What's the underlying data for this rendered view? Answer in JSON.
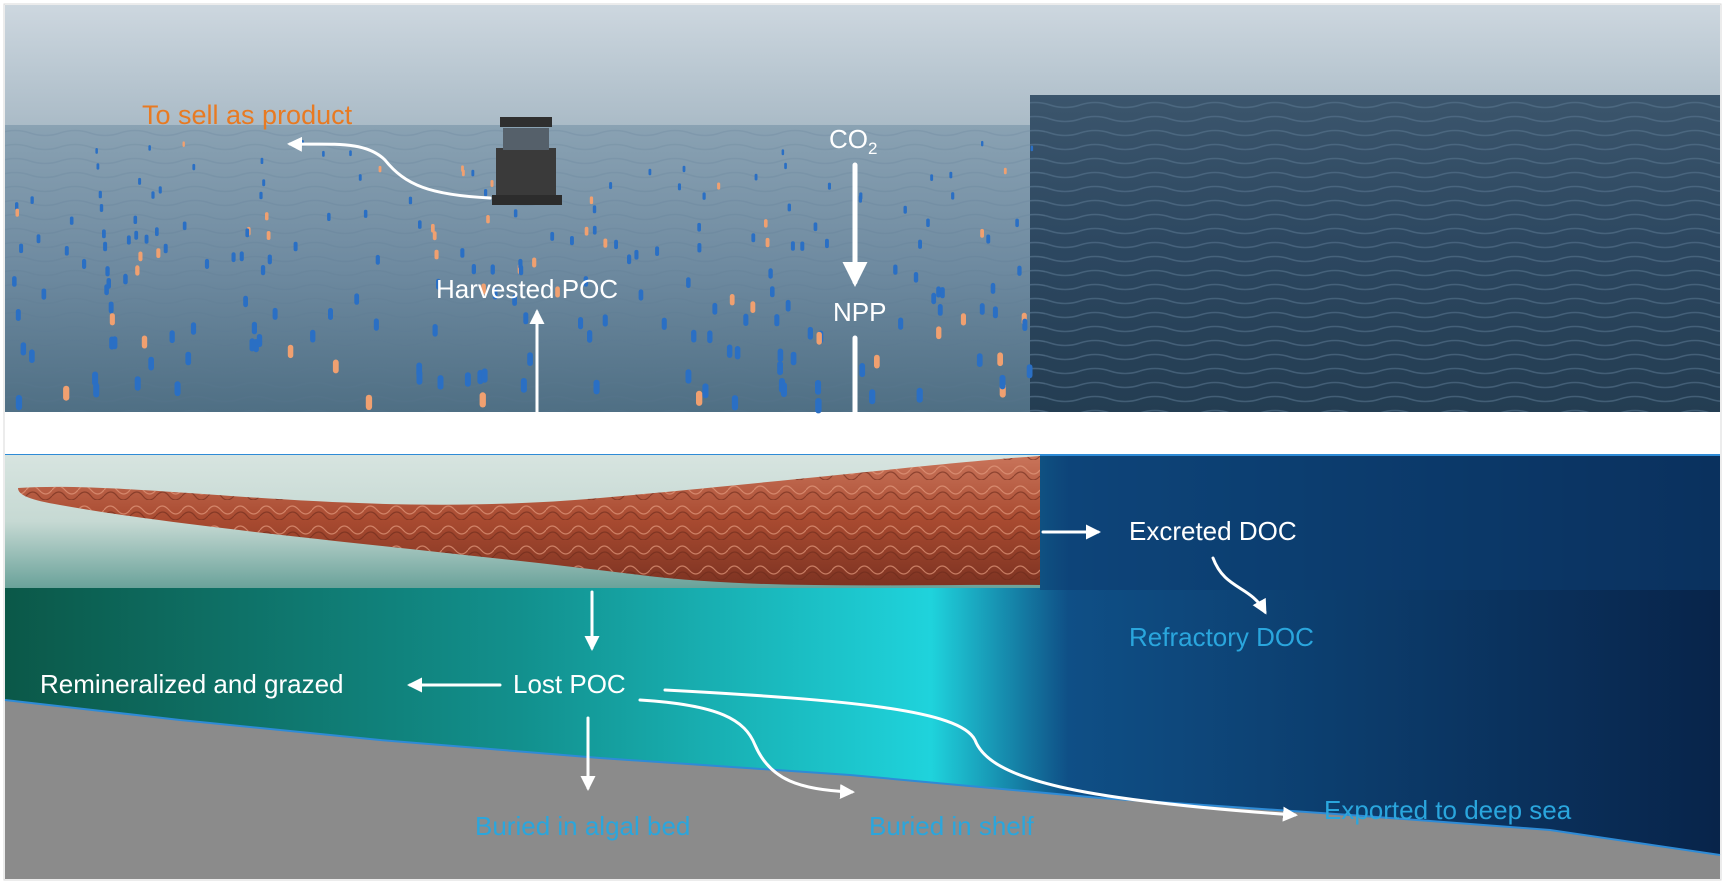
{
  "labels": {
    "to_sell": "To sell as product",
    "co2_main": "CO",
    "co2_sub": "2",
    "harvested_poc": "Harvested POC",
    "npp": "NPP",
    "excreted_doc": "Excreted DOC",
    "refractory_doc": "Refractory DOC",
    "remineralized": "Remineralized  and grazed",
    "lost_poc": "Lost POC",
    "buried_algal": "Buried in algal bed",
    "buried_shelf": "Buried in shelf",
    "exported": "Exported to deep sea"
  },
  "colors": {
    "label_white": "#ffffff",
    "label_orange": "#e87a22",
    "label_blue": "#2aa6dd",
    "seafloor": "#8a8a8a",
    "deep_water": "#0c2a55",
    "shallow_water": "#1fd3dc",
    "seaweed": "#b8553a"
  }
}
